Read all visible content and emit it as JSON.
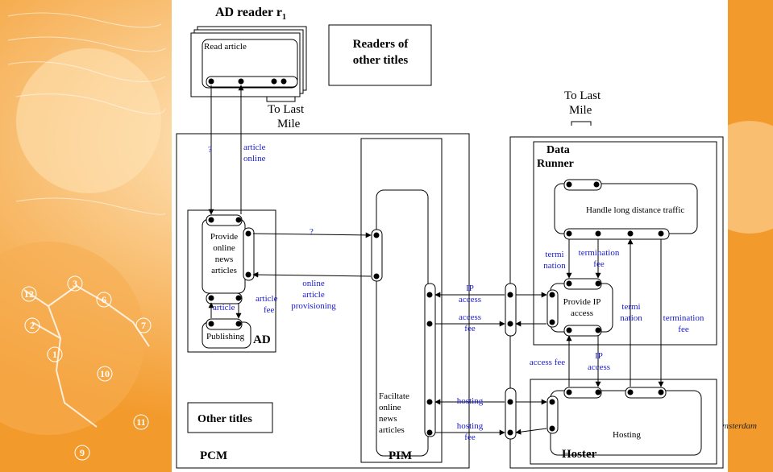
{
  "reader": {
    "title": "AD reader r",
    "subscript": "1",
    "activity": "Read article",
    "to_last_mile": [
      "To Last",
      "Mile"
    ]
  },
  "other_readers": [
    "Readers of",
    "other titles"
  ],
  "other_titles": "Other titles",
  "pcm_label": "PCM",
  "ad": {
    "label": "AD",
    "provide_activity": [
      "Provide",
      "online",
      "news",
      "articles"
    ],
    "publishing_activity": "Publishing"
  },
  "pim": {
    "label": "PIM",
    "activity": [
      "Faciltate",
      "online",
      "news",
      "articles"
    ]
  },
  "data_runner": {
    "label": [
      "Data",
      "Runner"
    ],
    "activity": "Handle long distance traffic",
    "to_last_mile": [
      "To Last",
      "Mile"
    ]
  },
  "ip_access_activity": [
    "Provide IP",
    "access"
  ],
  "hoster": {
    "label": "Hoster",
    "activity": "Hosting"
  },
  "flows": {
    "question_top": "?",
    "article_online": [
      "article",
      "online"
    ],
    "question_mid": "?",
    "online_article_provisioning": [
      "online",
      "article",
      "provisioning"
    ],
    "article": "article",
    "article_fee": [
      "article",
      "fee"
    ],
    "ip_access_1": [
      "IP",
      "access"
    ],
    "access_fee_1": [
      "access",
      "fee"
    ],
    "hosting": "hosting",
    "hosting_fee": [
      "hosting",
      "fee"
    ],
    "termination_1": [
      "termi",
      "nation"
    ],
    "termination_fee_1": [
      "termination",
      "fee"
    ],
    "termination_2": [
      "termi",
      "nation"
    ],
    "termination_fee_2": [
      "termination",
      "fee"
    ],
    "access_fee_2": "access fee",
    "ip_access_2": [
      "IP",
      "access"
    ]
  },
  "background": {
    "side_numbers": [
      "12",
      "3",
      "6",
      "2",
      "7",
      "1",
      "10",
      "11",
      "9"
    ],
    "right_fragment": "msterdam",
    "colors": {
      "orange": "#f4a23a",
      "light": "#ffd79a",
      "white": "#ffffff"
    }
  }
}
